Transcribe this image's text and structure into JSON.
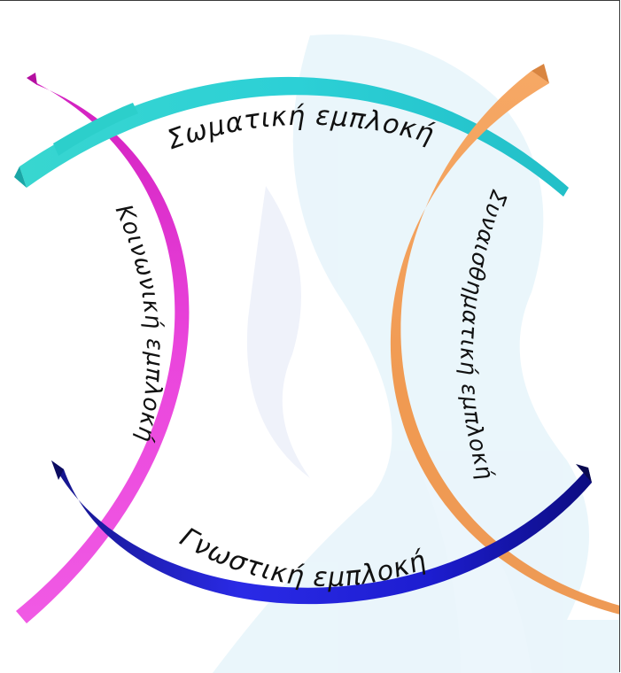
{
  "diagram": {
    "colors": {
      "teal_band": "#2fcfcc",
      "magenta_band": "#e13ad4",
      "orange_band": "#f2a05e",
      "blue_band": "#1a1ad6",
      "background_swirl": "#e6f4fb"
    },
    "labels": {
      "top": "Σωματική εμπλοκή",
      "left": "Κοινωνική εμπλοκή",
      "right": "Συναισθηματική εμπλοκή",
      "bottom": "Γνωστική εμπλοκή"
    }
  }
}
